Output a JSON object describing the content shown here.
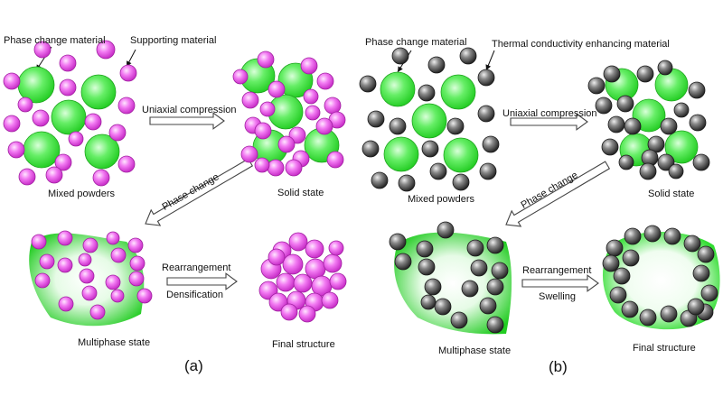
{
  "colors": {
    "pcm_green": "#33dd33",
    "support_magenta": "#ee55ee",
    "tc_gray": "#555555",
    "arrow_outline": "#444444",
    "text": "#111111"
  },
  "left": {
    "caption": "(a)",
    "labels": {
      "pcm": "Phase change material",
      "support": "Supporting material",
      "mixed": "Mixed powders",
      "compression": "Uniaxial compression",
      "solid": "Solid state",
      "phase_change": "Phase change",
      "multiphase": "Multiphase state",
      "rearrangement": "Rearrangement",
      "densification": "Densification",
      "final": "Final structure"
    }
  },
  "right": {
    "caption": "(b)",
    "labels": {
      "pcm": "Phase change material",
      "tc": "Thermal conductivity enhancing material",
      "mixed": "Mixed powders",
      "compression": "Uniaxial compression",
      "solid": "Solid state",
      "phase_change": "Phase change",
      "multiphase": "Multiphase state",
      "rearrangement": "Rearrangement",
      "swelling": "Swelling",
      "final": "Final structure"
    }
  }
}
